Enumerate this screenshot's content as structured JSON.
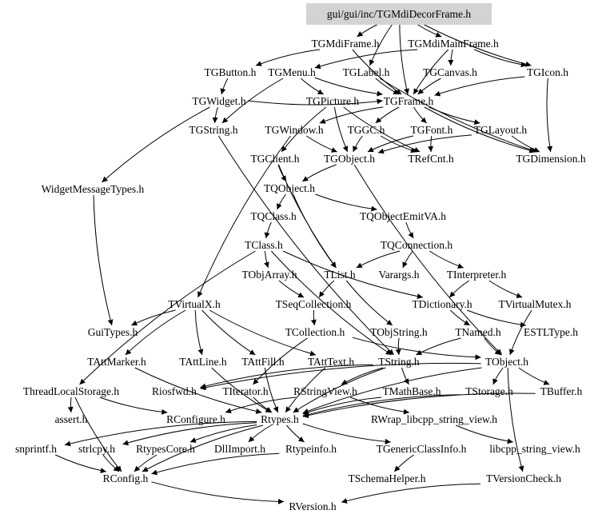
{
  "title": "gui/gui/inc/TGMdiDecorFrame.h",
  "colors": {
    "root_fill": "#d3d3d3",
    "edge": "#000000",
    "text": "#000000",
    "background": "#ffffff"
  },
  "nodes": [
    {
      "id": "root",
      "label": "gui/gui/inc/TGMdiDecorFrame.h"
    },
    {
      "id": "TGMdiFrame",
      "label": "TGMdiFrame.h"
    },
    {
      "id": "TGMdiMainFrame",
      "label": "TGMdiMainFrame.h"
    },
    {
      "id": "TGButton",
      "label": "TGButton.h"
    },
    {
      "id": "TGMenu",
      "label": "TGMenu.h"
    },
    {
      "id": "TGLabel",
      "label": "TGLabel.h"
    },
    {
      "id": "TGCanvas",
      "label": "TGCanvas.h"
    },
    {
      "id": "TGIcon",
      "label": "TGIcon.h"
    },
    {
      "id": "TGWidget",
      "label": "TGWidget.h"
    },
    {
      "id": "TGPicture",
      "label": "TGPicture.h"
    },
    {
      "id": "TGFrame",
      "label": "TGFrame.h"
    },
    {
      "id": "TGString",
      "label": "TGString.h"
    },
    {
      "id": "TGWindow",
      "label": "TGWindow.h"
    },
    {
      "id": "TGGC",
      "label": "TGGC.h"
    },
    {
      "id": "TGFont",
      "label": "TGFont.h"
    },
    {
      "id": "TGLayout",
      "label": "TGLayout.h"
    },
    {
      "id": "TGClient",
      "label": "TGClient.h"
    },
    {
      "id": "TGObject",
      "label": "TGObject.h"
    },
    {
      "id": "TRefCnt",
      "label": "TRefCnt.h"
    },
    {
      "id": "TGDimension",
      "label": "TGDimension.h"
    },
    {
      "id": "WidgetMessageTypes",
      "label": "WidgetMessageTypes.h"
    },
    {
      "id": "TQObject",
      "label": "TQObject.h"
    },
    {
      "id": "TQClass",
      "label": "TQClass.h"
    },
    {
      "id": "TQObjectEmitVA",
      "label": "TQObjectEmitVA.h"
    },
    {
      "id": "TClass",
      "label": "TClass.h"
    },
    {
      "id": "TQConnection",
      "label": "TQConnection.h"
    },
    {
      "id": "TObjArray",
      "label": "TObjArray.h"
    },
    {
      "id": "TList",
      "label": "TList.h"
    },
    {
      "id": "Varargs",
      "label": "Varargs.h"
    },
    {
      "id": "TInterpreter",
      "label": "TInterpreter.h"
    },
    {
      "id": "TVirtualX",
      "label": "TVirtualX.h"
    },
    {
      "id": "TSeqCollection",
      "label": "TSeqCollection.h"
    },
    {
      "id": "TDictionary",
      "label": "TDictionary.h"
    },
    {
      "id": "TVirtualMutex",
      "label": "TVirtualMutex.h"
    },
    {
      "id": "GuiTypes",
      "label": "GuiTypes.h"
    },
    {
      "id": "TCollection",
      "label": "TCollection.h"
    },
    {
      "id": "TObjString",
      "label": "TObjString.h"
    },
    {
      "id": "TNamed",
      "label": "TNamed.h"
    },
    {
      "id": "ESTLType",
      "label": "ESTLType.h"
    },
    {
      "id": "TAttMarker",
      "label": "TAttMarker.h"
    },
    {
      "id": "TAttLine",
      "label": "TAttLine.h"
    },
    {
      "id": "TAttFill",
      "label": "TAttFill.h"
    },
    {
      "id": "TAttText",
      "label": "TAttText.h"
    },
    {
      "id": "TString",
      "label": "TString.h"
    },
    {
      "id": "TObject",
      "label": "TObject.h"
    },
    {
      "id": "ThreadLocalStorage",
      "label": "ThreadLocalStorage.h"
    },
    {
      "id": "Riosfwd",
      "label": "Riosfwd.h"
    },
    {
      "id": "TIterator",
      "label": "TIterator.h"
    },
    {
      "id": "RStringView",
      "label": "RStringView.h"
    },
    {
      "id": "TMathBase",
      "label": "TMathBase.h"
    },
    {
      "id": "TStorage",
      "label": "TStorage.h"
    },
    {
      "id": "TBuffer",
      "label": "TBuffer.h"
    },
    {
      "id": "assert",
      "label": "assert.h"
    },
    {
      "id": "RConfigure",
      "label": "RConfigure.h"
    },
    {
      "id": "Rtypes",
      "label": "Rtypes.h"
    },
    {
      "id": "RWrap",
      "label": "RWrap_libcpp_string_view.h"
    },
    {
      "id": "snprintf",
      "label": "snprintf.h"
    },
    {
      "id": "strlcpy",
      "label": "strlcpy.h"
    },
    {
      "id": "RtypesCore",
      "label": "RtypesCore.h"
    },
    {
      "id": "DllImport",
      "label": "DllImport.h"
    },
    {
      "id": "Rtypeinfo",
      "label": "Rtypeinfo.h"
    },
    {
      "id": "TGenericClassInfo",
      "label": "TGenericClassInfo.h"
    },
    {
      "id": "libcpp",
      "label": "libcpp_string_view.h"
    },
    {
      "id": "RConfig",
      "label": "RConfig.h"
    },
    {
      "id": "TSchemaHelper",
      "label": "TSchemaHelper.h"
    },
    {
      "id": "TVersionCheck",
      "label": "TVersionCheck.h"
    },
    {
      "id": "RVersion",
      "label": "RVersion.h"
    }
  ],
  "edges": [
    [
      "root",
      "TGMdiFrame"
    ],
    [
      "root",
      "TGMdiMainFrame"
    ],
    [
      "root",
      "TGFrame"
    ],
    [
      "root",
      "TGIcon"
    ],
    [
      "root",
      "TGLabel"
    ],
    [
      "TGMdiFrame",
      "TGFrame"
    ],
    [
      "TGMdiFrame",
      "TGButton"
    ],
    [
      "TGMdiMainFrame",
      "TGCanvas"
    ],
    [
      "TGMdiMainFrame",
      "TGMenu"
    ],
    [
      "TGMdiMainFrame",
      "TGFrame"
    ],
    [
      "TGMdiMainFrame",
      "TGIcon"
    ],
    [
      "TGButton",
      "TGWidget"
    ],
    [
      "TGMenu",
      "TGFrame"
    ],
    [
      "TGMenu",
      "TGString"
    ],
    [
      "TGMenu",
      "TGPicture"
    ],
    [
      "TGLabel",
      "TGFrame"
    ],
    [
      "TGLabel",
      "TGDimension"
    ],
    [
      "TGCanvas",
      "TGFrame"
    ],
    [
      "TGIcon",
      "TGFrame"
    ],
    [
      "TGIcon",
      "TGDimension"
    ],
    [
      "TGWidget",
      "TGString"
    ],
    [
      "TGWidget",
      "WidgetMessageTypes"
    ],
    [
      "TGWidget",
      "TGFrame"
    ],
    [
      "TGPicture",
      "TGClient"
    ],
    [
      "TGPicture",
      "TRefCnt"
    ],
    [
      "TGPicture",
      "TGObject"
    ],
    [
      "TGFrame",
      "TGWindow"
    ],
    [
      "TGFrame",
      "TGGC"
    ],
    [
      "TGFrame",
      "TGFont"
    ],
    [
      "TGFrame",
      "TGLayout"
    ],
    [
      "TGFrame",
      "TGDimension"
    ],
    [
      "TQObject",
      "TQClass"
    ],
    [
      "TGString",
      "TString"
    ],
    [
      "TGWindow",
      "TGObject"
    ],
    [
      "TGWindow",
      "TVirtualX"
    ],
    [
      "TGGC",
      "TGObject"
    ],
    [
      "TGGC",
      "TRefCnt"
    ],
    [
      "TGFont",
      "TRefCnt"
    ],
    [
      "TGFont",
      "TGObject"
    ],
    [
      "TGLayout",
      "TGDimension"
    ],
    [
      "TGLayout",
      "TGObject"
    ],
    [
      "TGClient",
      "TQObject"
    ],
    [
      "TGClient",
      "TList"
    ],
    [
      "TGObject",
      "TQObject"
    ],
    [
      "TGObject",
      "TObject"
    ],
    [
      "WidgetMessageTypes",
      "GuiTypes"
    ],
    [
      "TQObject",
      "TQObjectEmitVA"
    ],
    [
      "TQObject",
      "TList"
    ],
    [
      "TQClass",
      "TClass"
    ],
    [
      "TQObjectEmitVA",
      "TQConnection"
    ],
    [
      "TClass",
      "TObjArray"
    ],
    [
      "TClass",
      "TDictionary"
    ],
    [
      "TClass",
      "TString"
    ],
    [
      "TClass",
      "ThreadLocalStorage"
    ],
    [
      "TQConnection",
      "TList"
    ],
    [
      "TQConnection",
      "Varargs"
    ],
    [
      "TQConnection",
      "TInterpreter"
    ],
    [
      "TObjArray",
      "TSeqCollection"
    ],
    [
      "TList",
      "TSeqCollection"
    ],
    [
      "TList",
      "TObjString"
    ],
    [
      "TInterpreter",
      "TDictionary"
    ],
    [
      "TInterpreter",
      "TVirtualMutex"
    ],
    [
      "TVirtualX",
      "GuiTypes"
    ],
    [
      "TVirtualX",
      "TAttLine"
    ],
    [
      "TVirtualX",
      "TAttFill"
    ],
    [
      "TVirtualX",
      "TAttText"
    ],
    [
      "TVirtualX",
      "TAttMarker"
    ],
    [
      "TSeqCollection",
      "TCollection"
    ],
    [
      "TDictionary",
      "TNamed"
    ],
    [
      "TDictionary",
      "ESTLType"
    ],
    [
      "TVirtualMutex",
      "TObject"
    ],
    [
      "TCollection",
      "TObject"
    ],
    [
      "TCollection",
      "TIterator"
    ],
    [
      "TObjString",
      "TString"
    ],
    [
      "TNamed",
      "TObject"
    ],
    [
      "TNamed",
      "TString"
    ],
    [
      "TAttMarker",
      "Rtypes"
    ],
    [
      "TAttLine",
      "Rtypes"
    ],
    [
      "TAttFill",
      "Rtypes"
    ],
    [
      "TAttText",
      "Rtypes"
    ],
    [
      "TString",
      "Rtypes"
    ],
    [
      "TString",
      "RStringView"
    ],
    [
      "TString",
      "TMathBase"
    ],
    [
      "TString",
      "Riosfwd"
    ],
    [
      "TObject",
      "Rtypes"
    ],
    [
      "TObject",
      "TStorage"
    ],
    [
      "TObject",
      "TBuffer"
    ],
    [
      "TObject",
      "TVersionCheck"
    ],
    [
      "TObject",
      "Riosfwd"
    ],
    [
      "ThreadLocalStorage",
      "assert"
    ],
    [
      "ThreadLocalStorage",
      "RConfigure"
    ],
    [
      "ThreadLocalStorage",
      "RConfig"
    ],
    [
      "TIterator",
      "Rtypes"
    ],
    [
      "RStringView",
      "RWrap"
    ],
    [
      "RStringView",
      "RConfigure"
    ],
    [
      "TMathBase",
      "Rtypes"
    ],
    [
      "TStorage",
      "Rtypes"
    ],
    [
      "TBuffer",
      "Rtypes"
    ],
    [
      "RWrap",
      "libcpp"
    ],
    [
      "Rtypes",
      "snprintf"
    ],
    [
      "Rtypes",
      "strlcpy"
    ],
    [
      "Rtypes",
      "RtypesCore"
    ],
    [
      "Rtypes",
      "DllImport"
    ],
    [
      "Rtypes",
      "Rtypeinfo"
    ],
    [
      "Rtypes",
      "TGenericClassInfo"
    ],
    [
      "Rtypes",
      "RConfig"
    ],
    [
      "snprintf",
      "RConfig"
    ],
    [
      "strlcpy",
      "RConfig"
    ],
    [
      "RtypesCore",
      "RConfig"
    ],
    [
      "Rtypeinfo",
      "RConfig"
    ],
    [
      "TGenericClassInfo",
      "TSchemaHelper"
    ],
    [
      "RConfig",
      "RVersion"
    ],
    [
      "TVersionCheck",
      "RVersion"
    ]
  ]
}
